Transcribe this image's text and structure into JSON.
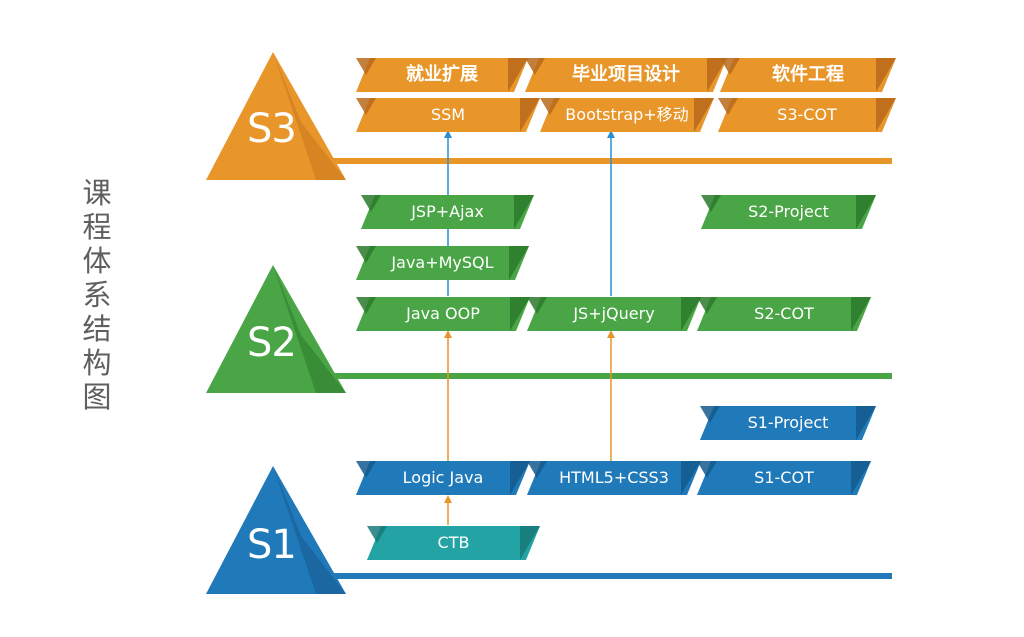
{
  "title": [
    "课",
    "程",
    "体",
    "系",
    "结",
    "构",
    "图"
  ],
  "levels": {
    "s3": {
      "label": "S3",
      "color": "#e8962a",
      "dark": "#b96a1a"
    },
    "s2": {
      "label": "S2",
      "color": "#49a545",
      "dark": "#2c7a2c"
    },
    "s1": {
      "label": "S1",
      "color": "#2079b9",
      "dark": "#155a8e"
    }
  },
  "tags": {
    "jiuye": "就业扩展",
    "biye": "毕业项目设计",
    "ruanjian": "软件工程",
    "ssm": "SSM",
    "bootstrap": "Bootstrap+移动",
    "s3cot": "S3-COT",
    "jsp": "JSP+Ajax",
    "s2project": "S2-Project",
    "javamysql": "Java+MySQL",
    "javaoop": "Java OOP",
    "jsjquery": "JS+jQuery",
    "s2cot": "S2-COT",
    "s1project": "S1-Project",
    "logicjava": "Logic Java",
    "html5": "HTML5+CSS3",
    "s1cot": "S1-COT",
    "ctb": "CTB"
  }
}
